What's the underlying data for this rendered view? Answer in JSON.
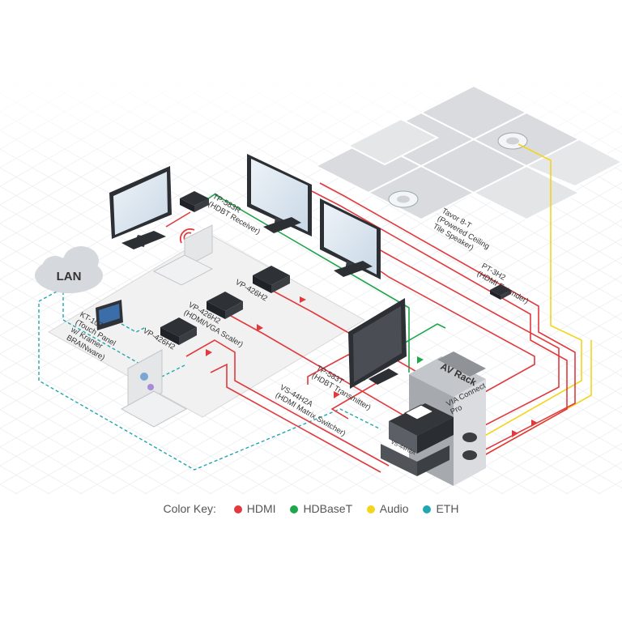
{
  "colors": {
    "hdmi": "#e03a3e",
    "hdbaset": "#1fa54a",
    "audio": "#f2d51c",
    "eth": "#22a7b0"
  },
  "labels": {
    "lan": "LAN",
    "av_rack": "AV Rack",
    "via_connect": [
      "VIA Connect",
      "Pro"
    ],
    "tp583r": [
      "TP-583R",
      "(HDBT Receiver)"
    ],
    "tavor": [
      "Tavor 8-T",
      "(Powered Ceiling",
      "Tile Speaker)"
    ],
    "pt3h2": [
      "PT-3H2",
      "(HDMI Extender)"
    ],
    "vp426h2_top": "VP-426H2",
    "vp426h2_mid": [
      "VP-426H2",
      "(HDMI/VGA Scaler)"
    ],
    "vp426h2_bot": "VP-426H2",
    "kt107": [
      "KT-107",
      "(Touch Panel",
      "w/ Kramer",
      "BRAINware)"
    ],
    "tp583t": [
      "TP-583T",
      "(HDBT Transmitter)"
    ],
    "vs44h2a": [
      "VS-44H2A",
      "(HDMI Matrix Switcher)"
    ],
    "vs44h2a_front": "VS-44H2A"
  },
  "color_key": {
    "title": "Color Key:",
    "items": [
      {
        "label": "HDMI",
        "color": "#e03a3e"
      },
      {
        "label": "HDBaseT",
        "color": "#1fa54a"
      },
      {
        "label": "Audio",
        "color": "#f2d51c"
      },
      {
        "label": "ETH",
        "color": "#22a7b0"
      }
    ]
  }
}
